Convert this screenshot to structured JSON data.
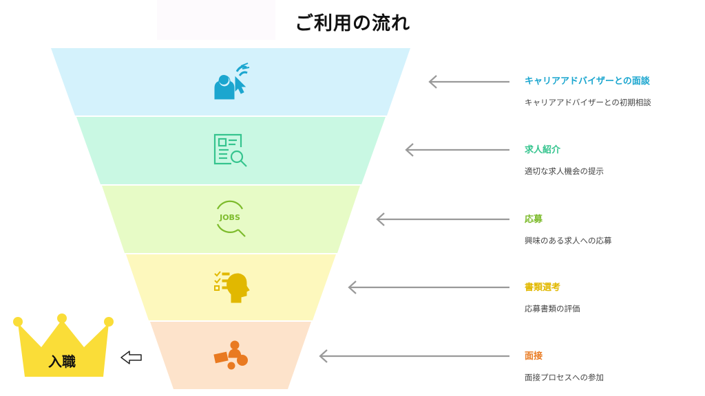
{
  "title": "ご利用の流れ",
  "goal_label": "入職",
  "steps": [
    {
      "title": "キャリアアドバイザーとの面談",
      "desc": "キャリアアドバイザーとの初期相談",
      "color": "#1ba6cf",
      "fill": "#d4f2fc",
      "icon": "advisor-icon"
    },
    {
      "title": "求人紹介",
      "desc": "適切な求人機会の提示",
      "color": "#35c48e",
      "fill": "#c9f8e3",
      "icon": "job-document-search-icon"
    },
    {
      "title": "応募",
      "desc": "興味のある求人への応募",
      "color": "#7dbb2c",
      "fill": "#e7fbc6",
      "icon": "jobs-search-icon"
    },
    {
      "title": "書類選考",
      "desc": "応募書類の評価",
      "color": "#e1b800",
      "fill": "#fdf8bd",
      "icon": "checklist-head-icon"
    },
    {
      "title": "面接",
      "desc": "面接プロセスへの参加",
      "color": "#e97a21",
      "fill": "#fde3cb",
      "icon": "interview-icon"
    }
  ],
  "colors": {
    "arrow": "#999999",
    "crown": "#fadd38",
    "separator": "#ffffff"
  }
}
